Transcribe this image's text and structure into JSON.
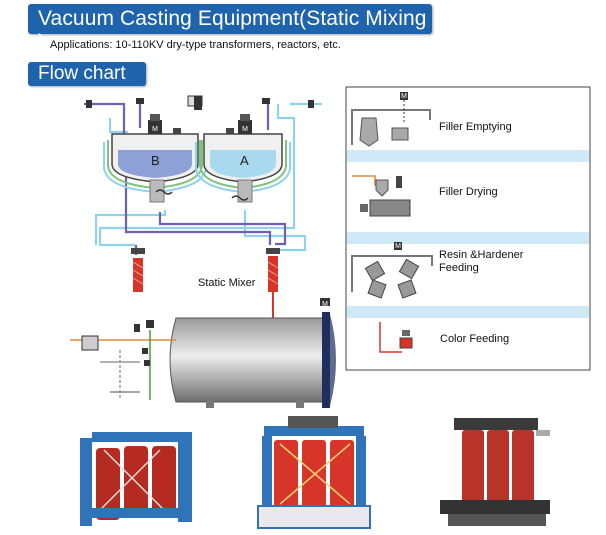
{
  "header": {
    "title": "Vacuum Casting Equipment(Static Mixing )",
    "applications": "Applications: 10-110KV dry-type transformers, reactors, etc."
  },
  "section": {
    "flow_chart_label": "Flow chart"
  },
  "diagram": {
    "tank_b_label": "B",
    "tank_a_label": "A",
    "motor_label": "M",
    "static_mixer_label": "Static Mixer"
  },
  "process_steps": [
    {
      "label": "Filler Emptying"
    },
    {
      "label": "Filler Drying"
    },
    {
      "label": "Resin &Hardener Feeding"
    },
    {
      "label": "Color Feeding"
    }
  ],
  "colors": {
    "banner_blue": "#1f63ad",
    "resin_b": "#8da1d6",
    "resin_a": "#a9d9ef",
    "pipe_purple": "#6f5fb3",
    "pipe_cyan": "#8fd2ec",
    "mixer_red": "#d8352a",
    "transformer_blue": "#2f73b8",
    "coil_red": "#b52b22"
  },
  "icons": [
    "valve-icon",
    "motor-icon",
    "vacuum-tank-icon",
    "static-mixer-icon",
    "transformer-icon"
  ]
}
